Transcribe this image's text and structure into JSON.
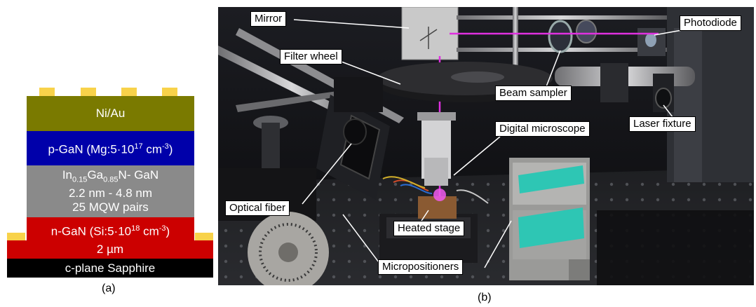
{
  "panel_a": {
    "caption": "(a)",
    "layers": {
      "nimetal": {
        "text": "Ni/Au",
        "color": "#7a7a00"
      },
      "pgan": {
        "pre": "p-GaN (Mg:5·10",
        "sup": "17",
        "mid": " cm",
        "sup2": "-3",
        "post": ")",
        "color": "#0000aa"
      },
      "mqw": {
        "line1_a": "In",
        "sub1": "0.15",
        "line1_b": "Ga",
        "sub2": "0.85",
        "line1_c": "N- GaN",
        "line2": "2.2 nm - 4.8 nm",
        "line3": "25 MQW pairs",
        "color": "#8a8a8a"
      },
      "ngan": {
        "pre": "n-GaN (Si:5·10",
        "sup": "18",
        "mid": " cm",
        "sup2": "-3",
        "post": ")",
        "line2": "2 µm",
        "color": "#cc0000"
      },
      "sapphire": {
        "text": "c-plane Sapphire",
        "color": "#000000"
      }
    },
    "contact_color": "#f8d24a"
  },
  "panel_b": {
    "caption": "(b)",
    "labels": {
      "mirror": "Mirror",
      "photodiode": "Photodiode",
      "filter_wheel": "Filter wheel",
      "beam_sampler": "Beam sampler",
      "laser_fixture": "Laser fixture",
      "digital_microscope": "Digital microscope",
      "optical_fiber": "Optical fiber",
      "heated_stage": "Heated stage",
      "micropositioners": "Micropositioners"
    },
    "laser_color": "#e030e0",
    "tape_color": "#2ec6b4"
  }
}
